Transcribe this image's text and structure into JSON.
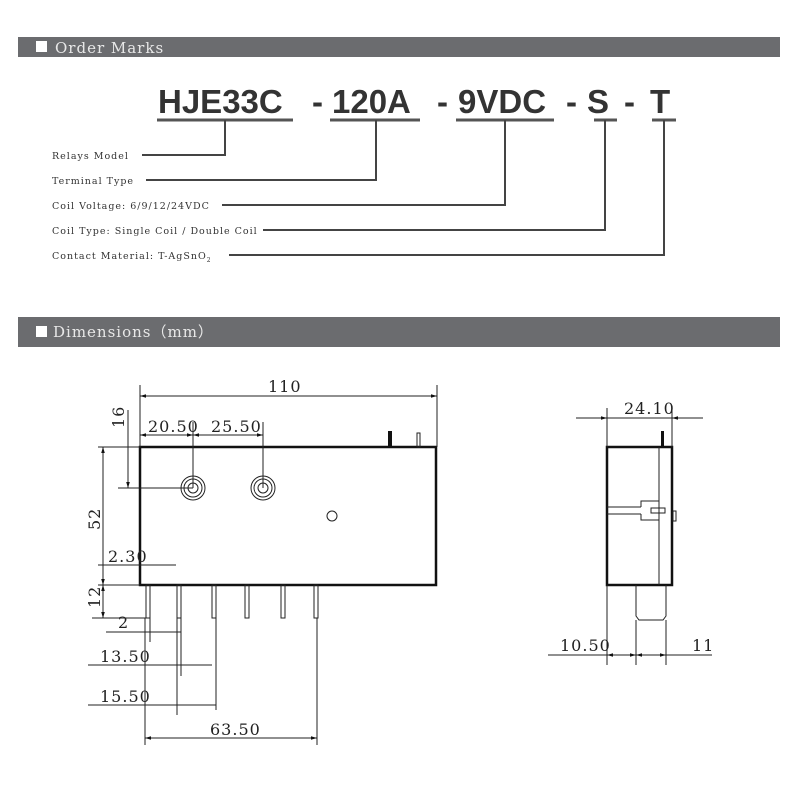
{
  "order_marks": {
    "heading": "Order Marks",
    "code_parts": [
      "HJE33C",
      "120A",
      "9VDC",
      "S",
      "T"
    ],
    "separator": "-",
    "labels": {
      "model": "Relays Model",
      "terminal": "Terminal Type",
      "coil_voltage": "Coil Voltage: 6/9/12/24VDC",
      "coil_type": "Coil Type: Single Coil / Double Coil",
      "contact": "Contact Material: T-AgSnO",
      "contact_sub": "2"
    }
  },
  "dimensions": {
    "heading": "Dimensions（mm）",
    "front": {
      "width": "110",
      "top_offset": "16",
      "hole1": "20.50",
      "hole2": "25.50",
      "height": "52",
      "edge": "2.30",
      "pin_len": "12",
      "pin1": "2",
      "pin2": "13.50",
      "pin3": "15.50",
      "pin_span": "63.50"
    },
    "side": {
      "depth": "24.10",
      "stub_offset": "10.50",
      "stub_width": "11"
    }
  },
  "colors": {
    "header_bg": "#6b6c6f"
  }
}
